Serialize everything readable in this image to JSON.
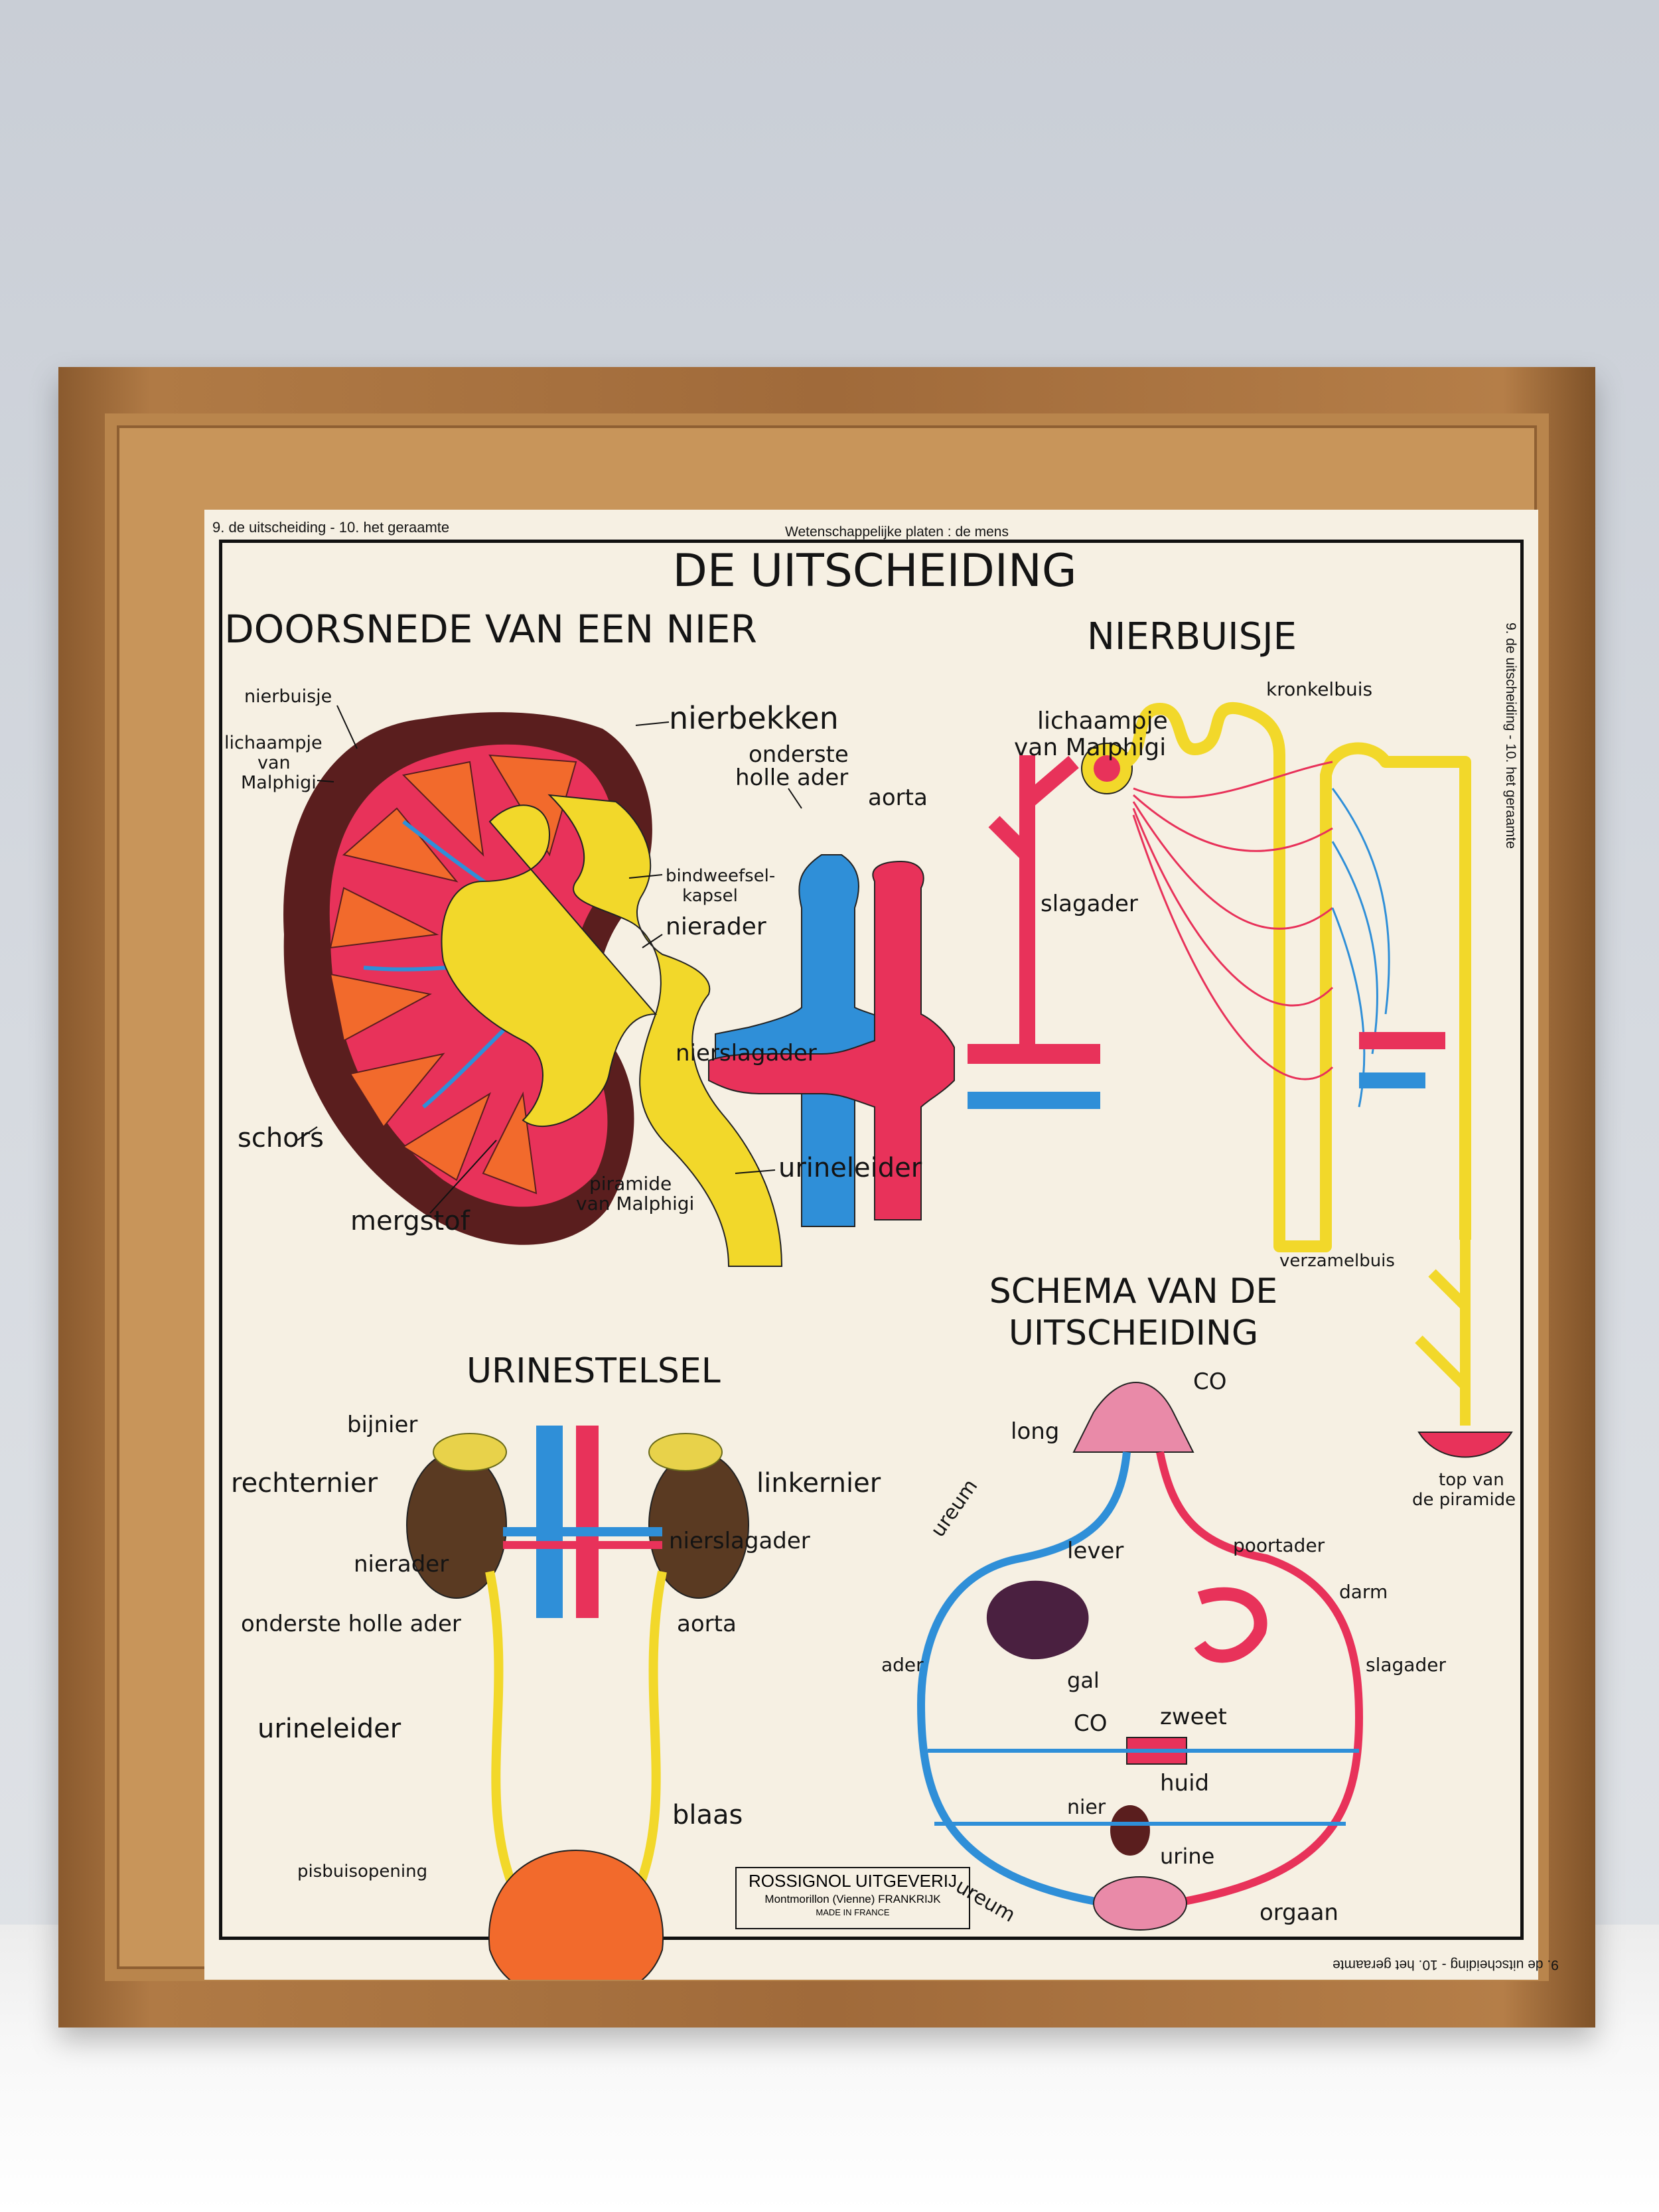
{
  "poster": {
    "header_left": "9. de uitscheiding - 10. het geraamte",
    "header_center": "Wetenschappelijke platen : de mens",
    "side_right": "9. de uitscheiding - 10. het geraamte",
    "bottom_right_mirrored": "9. de uitscheiding - 10. het geraamte",
    "title": "DE UITSCHEIDING",
    "kidney_section": {
      "title": "DOORSNEDE VAN EEN NIER",
      "labels": {
        "nierbuisje": "nierbuisje",
        "lichaampje": "lichaampje",
        "van": "van",
        "malphigi": "Malphigi",
        "nierbekken": "nierbekken",
        "onderste": "onderste",
        "holle_ader": "holle ader",
        "aorta": "aorta",
        "bindweefsel": "bindweefsel-",
        "kapsel": "kapsel",
        "nierader": "nierader",
        "nierslagader": "nierslagader",
        "schors": "schors",
        "urineleider": "urineleider",
        "piramide": "piramide",
        "van_malphigi": "van Malphigi",
        "mergstof": "mergstof"
      }
    },
    "tubule_section": {
      "title": "NIERBUISJE",
      "labels": {
        "lichaampje": "lichaampje",
        "van_malphigi": "van Malphigi",
        "kronkelbuis": "kronkelbuis",
        "slagader": "slagader",
        "verzamelbuis": "verzamelbuis",
        "top_van": "top van",
        "de_piramide": "de piramide"
      }
    },
    "urinary_section": {
      "title": "URINESTELSEL",
      "labels": {
        "bijnier": "bijnier",
        "rechternier": "rechternier",
        "linkernier": "linkernier",
        "nierader": "nierader",
        "nierslagader": "nierslagader",
        "onderste_holle_ader": "onderste holle ader",
        "aorta": "aorta",
        "urineleider": "urineleider",
        "blaas": "blaas",
        "pisbuisopening": "pisbuisopening"
      }
    },
    "schema_section": {
      "title_line1": "SCHEMA VAN DE",
      "title_line2": "UITSCHEIDING",
      "labels": {
        "co2_top": "CO",
        "long": "long",
        "ureum_top": "ureum",
        "lever": "lever",
        "poortader": "poortader",
        "darm": "darm",
        "gal": "gal",
        "ader": "ader",
        "slagader": "slagader",
        "co2_mid": "CO",
        "zweet": "zweet",
        "huid": "huid",
        "nier": "nier",
        "urine": "urine",
        "ureum_bottom": "ureum",
        "orgaan": "orgaan"
      }
    },
    "publisher": {
      "name": "ROSSIGNOL UITGEVERIJ",
      "city": "Montmorillon (Vienne) FRANKRIJK",
      "made_in": "MADE IN FRANCE"
    },
    "colors": {
      "artery": "#e8325a",
      "vein": "#2f8fd8",
      "yellow": "#f2d82a",
      "cortex": "#5a1e1e",
      "pyramid": "#f26a2c",
      "paper": "#f6f0e3",
      "wood": "#a06a3a"
    }
  }
}
